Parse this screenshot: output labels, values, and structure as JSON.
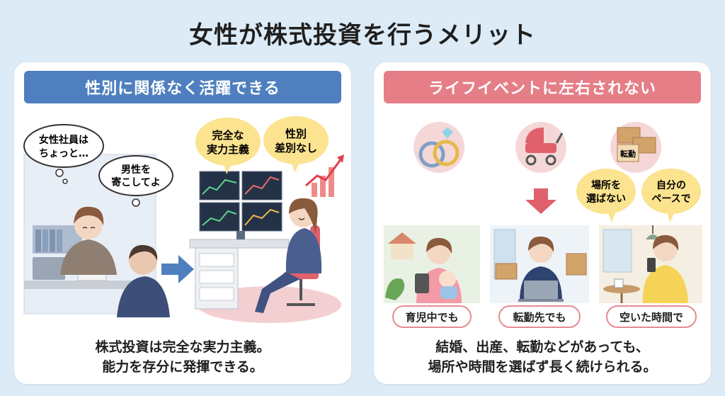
{
  "page_title": "女性が株式投資を行うメリット",
  "left": {
    "banner": "性別に関係なく活躍できる",
    "bubble1": [
      "女性社員は",
      "ちょっと…"
    ],
    "bubble2": [
      "男性を",
      "寄こしてよ"
    ],
    "bubble3": [
      "完全な",
      "実力主義"
    ],
    "bubble4": [
      "性別",
      "差別なし"
    ],
    "caption": [
      "株式投資は完全な実力主義。",
      "能力を存分に発揮できる。"
    ]
  },
  "right": {
    "banner": "ライフイベントに左右されない",
    "box_label": "転勤",
    "bubble1": [
      "場所を",
      "選ばない"
    ],
    "bubble2": [
      "自分の",
      "ペースで"
    ],
    "tags": [
      "育児中でも",
      "転勤先でも",
      "空いた時間で"
    ],
    "caption": [
      "結婚、出産、転勤などがあっても、",
      "場所や時間を選ばず長く続けられる。"
    ]
  },
  "colors": {
    "blue": "#4f7fbe",
    "pink": "#e57e87",
    "yellow": "#fbe38f",
    "background": "#dcebf6"
  }
}
